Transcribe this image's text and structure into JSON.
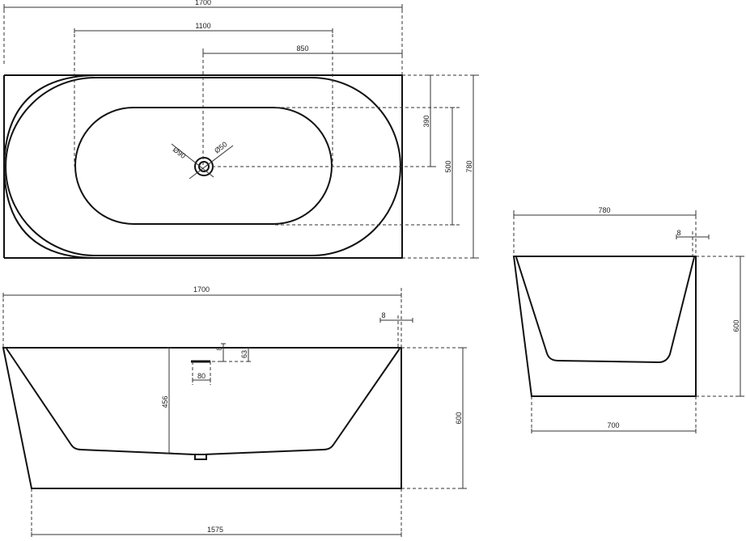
{
  "top_view": {
    "width_total": "1700",
    "basin_length": "1100",
    "drain_offset": "850",
    "dia_overflow": "Ø90",
    "dia_drain": "Ø50",
    "drain_depth": "390",
    "basin_width": "500",
    "depth_total": "780"
  },
  "front_view": {
    "width_total": "1700",
    "rim_thickness": "8",
    "overflow_height": "63",
    "overflow_small": "8",
    "overflow_width": "80",
    "inner_depth": "456",
    "height_total": "600",
    "base_length": "1575"
  },
  "side_view": {
    "width_total": "780",
    "rim_thickness": "8",
    "height_total": "600",
    "base_width": "700"
  }
}
